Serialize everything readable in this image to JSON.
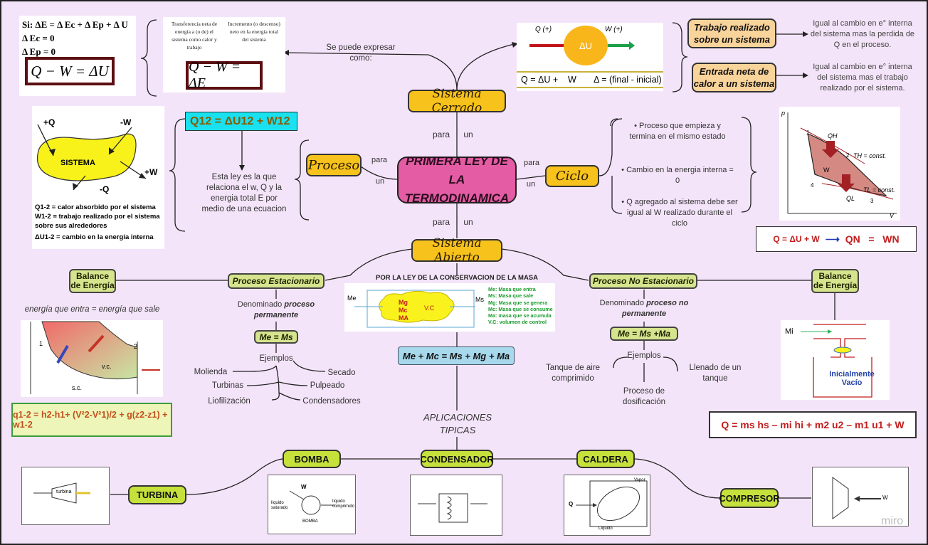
{
  "center": {
    "line1": "PRIMERA LEY DE LA",
    "line2": "TERMODINAMICA"
  },
  "nodes": {
    "sistema_cerrado": "Sistema Cerrado",
    "sistema_abierto": "Sistema Abierto",
    "proceso": "Proceso",
    "ciclo": "Ciclo",
    "trabajo": "Trabajo realizado sobre un sistema",
    "entrada": "Entrada neta de calor a un sistema",
    "proceso_estacionario": "Proceso Estacionario",
    "proceso_no_estacionario": "Proceso No Estacionario",
    "balance_left": "Balance de Energía",
    "balance_right": "Balance de Energía",
    "me_ms": "Me = Ms",
    "me_ms_ma": "Me = Ms +Ma",
    "me_mc_total": "Me + Mc = Ms + Mg + Ma",
    "bomba": "BOMBA",
    "condensador": "CONDENSADOR",
    "caldera": "CALDERA",
    "turbina": "TURBINA",
    "compresor": "COMPRESOR"
  },
  "connectors": {
    "para_top": "para",
    "un_top": "un",
    "para_bottom": "para",
    "un_bottom": "un",
    "para_left": "para",
    "un_left": "un",
    "para_right": "para",
    "un_right": "un"
  },
  "texts": {
    "se_puede": "Se puede expresar como:",
    "trabajo_desc": "Igual al cambio en e° interna del sistema  mas  la perdida de Q en el proceso.",
    "entrada_desc": "Igual  al cambio en e° interna del sistema mas el trabajo realizado por el sistema.",
    "esta_ley": "Esta ley es la que relaciona el w, Q y la energia total E por medio de una ecuacion",
    "ciclo_b1": "Proceso que empieza y termina en el mismo estado",
    "ciclo_b2": "Cambio en la energia interna = 0",
    "ciclo_b3": "Q agregado al sistema debe ser igual al W realizado durante el ciclo",
    "por_la_ley": "POR LA LEY DE LA CONSERVACION DE LA MASA",
    "denominado_est_pre": "Denominado ",
    "denominado_est_em": "proceso permanente",
    "denominado_no_pre": "Denominado ",
    "denominado_no_em": "proceso no permanente",
    "ejemplos_left": "Ejemplos",
    "ejemplos_right": "Ejemplos",
    "molienda": "Molienda",
    "turbinas": "Turbinas",
    "liofilizacion": "Liofilización",
    "secado": "Secado",
    "pulpeado": "Pulpeado",
    "condensadores": "Condensadores",
    "tanque_aire": "Tanque de aire comprimido",
    "llenado": "Llenado de un tanque",
    "proceso_dosif": "Proceso de dosificación",
    "energia_entra": "energía que entra = energía que sale",
    "aplicaciones": "APLICACIONES TIPICAS",
    "miro": "miro"
  },
  "equations": {
    "si_line1": "Si: ΔE = Δ Ec + Δ Ep + Δ U",
    "si_line2": "Δ Ec   =   0",
    "si_line3": "Δ Ep   =   0",
    "q_w_u": "Q − W = ΔU",
    "q_w_e": "Q − W = ΔE",
    "transf_left": "Transferencia neta de energía a (o de) el sistema como calor y trabajo",
    "transf_right": "Incremento (o descenso) neto en la energía total del sistema",
    "q12": "Q12 =  ΔU12 + W12",
    "du_label": "ΔU",
    "q_plus": "Q (+)",
    "w_plus": "W  (+)",
    "du_formula": "Q = ΔU +    W       Δ = (final - inicial)",
    "q_du_w": "Q = ΔU + W",
    "qn_wn": "QN   =   WN",
    "q_ms_hs": "Q = ms hs – mi hi + m2 u2 – m1 u1 + W",
    "q12_h": "q1-2 = h2-h1+ (V²2-V²1)/2 + g(z2-z1) + w1-2"
  },
  "sistema_fig": {
    "plus_q": "+Q",
    "minus_w": "-W",
    "sistema": "SISTEMA",
    "plus_w": "+W",
    "minus_q": "-Q",
    "l1": "Q1-2 = calor absorbido por el sistema",
    "l2": "W1-2 = trabajo realizado por el sistema sobre sus alrededores",
    "l3": "ΔU1-2 = cambio en la energía interna"
  },
  "mass_fig": {
    "me": "Me",
    "ms": "Ms",
    "mg": "Mg",
    "mc": "Mc",
    "ma": "MA",
    "vc": "V.C",
    "legend": [
      "Me: Masa que entra",
      "Ms: Masa que sale",
      "Mg: Masa que se genera",
      "Mc: Masa que se consume",
      "Ma: masa que se acumula",
      "V.C: volumen de control"
    ]
  },
  "tank_fig": {
    "mi": "Mi",
    "label": "Inicialmente Vacío"
  },
  "pv_fig": {
    "p": "p",
    "v": "V",
    "qh": "QH",
    "ql": "QL",
    "th": "TH = const.",
    "tl": "TL = const.",
    "w": "W",
    "n1": "1",
    "n2": "2",
    "n3": "3",
    "n4": "4"
  },
  "app_figs": {
    "turbina": "turbina",
    "bomba": "BOMBA",
    "liq_sat": "líquido saturado",
    "liq_comp": "líquido comprimido",
    "vapor": "Vapor",
    "liquido": "Líquido",
    "q": "Q",
    "w": "W"
  }
}
